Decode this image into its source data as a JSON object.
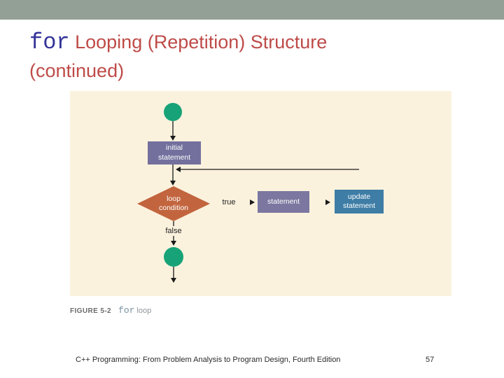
{
  "slide": {
    "title": {
      "keyword": "for",
      "text": " Looping (Repetition) Structure",
      "line2": "(continued)"
    },
    "colors": {
      "top_bar": "#93A096",
      "title_red": "#BE4B48",
      "keyword_blue": "#333399"
    }
  },
  "flowchart": {
    "background": "#FBF2DE",
    "nodes": [
      {
        "id": "start-terminal",
        "type": "terminal",
        "label": "",
        "color": "#17A377"
      },
      {
        "id": "initial-statement",
        "type": "process",
        "label": "initial\nstatement",
        "color": "#73709D"
      },
      {
        "id": "loop-condition",
        "type": "decision",
        "label": "loop\ncondition",
        "color": "#C2653E"
      },
      {
        "id": "statement",
        "type": "process",
        "label": "statement",
        "color": "#7B77A0"
      },
      {
        "id": "update-statement",
        "type": "process",
        "label": "update\nstatement",
        "color": "#3E7DA5"
      },
      {
        "id": "end-terminal",
        "type": "terminal",
        "label": "",
        "color": "#17A377"
      }
    ],
    "edge_labels": {
      "true_branch": "true",
      "false_branch": "false"
    }
  },
  "caption": {
    "figure_label": "FIGURE 5-2",
    "code": "for",
    "text": "loop"
  },
  "footer": {
    "book": "C++ Programming: From Problem Analysis to Program Design, Fourth Edition",
    "page": "57"
  }
}
